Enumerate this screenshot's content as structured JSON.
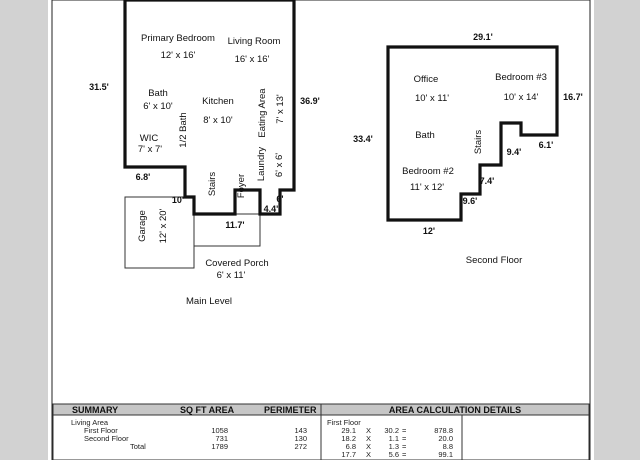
{
  "main_level": {
    "caption": "Main Level",
    "dims": {
      "left": "31.5'",
      "right": "36.9'",
      "wic_step": "6.8'",
      "garage_gap": "10'",
      "step_6": "6'",
      "step_44": "4.4'",
      "porch": "11.7'"
    },
    "rooms": {
      "primary_bedroom": {
        "name": "Primary Bedroom",
        "size": "12' x 16'"
      },
      "living_room": {
        "name": "Living Room",
        "size": "16' x 16'"
      },
      "bath": {
        "name": "Bath",
        "size": "6' x 10'"
      },
      "kitchen": {
        "name": "Kitchen",
        "size": "8' x 10'"
      },
      "eating_area": {
        "name": "Eating Area",
        "size": "7' x 13'"
      },
      "half_bath": {
        "name": "1/2 Bath"
      },
      "wic": {
        "name": "WIC",
        "size": "7' x 7'"
      },
      "stairs": {
        "name": "Stairs"
      },
      "foyer": {
        "name": "Foyer"
      },
      "laundry": {
        "name": "Laundry",
        "size": "6' x 6'"
      },
      "garage": {
        "name": "Garage",
        "size": "12' x 20'"
      },
      "porch": {
        "name": "Covered Porch",
        "size": "6' x 11'"
      }
    }
  },
  "second_floor": {
    "caption": "Second Floor",
    "dims": {
      "top": "29.1'",
      "left": "33.4'",
      "right": "16.7'",
      "d61": "6.1'",
      "d94": "9.4'",
      "d74": "7.4'",
      "d96": "9.6'",
      "bottom": "12'"
    },
    "rooms": {
      "office": {
        "name": "Office",
        "size": "10' x 11'"
      },
      "bedroom3": {
        "name": "Bedroom #3",
        "size": "10' x 14'"
      },
      "bath": {
        "name": "Bath"
      },
      "stairs": {
        "name": "Stairs"
      },
      "bedroom2": {
        "name": "Bedroom #2",
        "size": "11' x 12'"
      }
    }
  },
  "summary": {
    "headers": {
      "summary": "SUMMARY",
      "sqft": "SQ FT AREA",
      "perimeter": "PERIMETER",
      "details": "AREA CALCULATION DETAILS"
    },
    "living_area": "Living Area",
    "rows": [
      {
        "label": "First Floor",
        "sqft": "1058",
        "perim": "143"
      },
      {
        "label": "Second Floor",
        "sqft": "731",
        "perim": "130"
      },
      {
        "label": "Total",
        "sqft": "1789",
        "perim": "272"
      }
    ],
    "calc_title": "First Floor",
    "calc": [
      {
        "a": "29.1",
        "x": "X",
        "b": "30.2",
        "eq": "=",
        "r": "878.8"
      },
      {
        "a": "18.2",
        "x": "X",
        "b": "1.1",
        "eq": "=",
        "r": "20.0"
      },
      {
        "a": "6.8",
        "x": "X",
        "b": "1.3",
        "eq": "=",
        "r": "8.8"
      },
      {
        "a": "17.7",
        "x": "X",
        "b": "5.6",
        "eq": "=",
        "r": "99.1"
      }
    ]
  }
}
